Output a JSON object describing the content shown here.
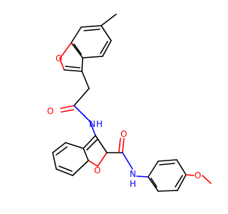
{
  "molecule": {
    "atoms": {
      "o_top_furan": "O",
      "o_amide_top": "O",
      "n_amide_top": "N",
      "h_amide_top": "H",
      "o_amide_bottom": "O",
      "o_bottom_furan": "O",
      "n_amide_bottom": "N",
      "h_amide_bottom": "H",
      "o_methoxy": "O"
    },
    "colors": {
      "carbon": "#000000",
      "oxygen": "#ff0000",
      "nitrogen": "#0000ff"
    }
  }
}
